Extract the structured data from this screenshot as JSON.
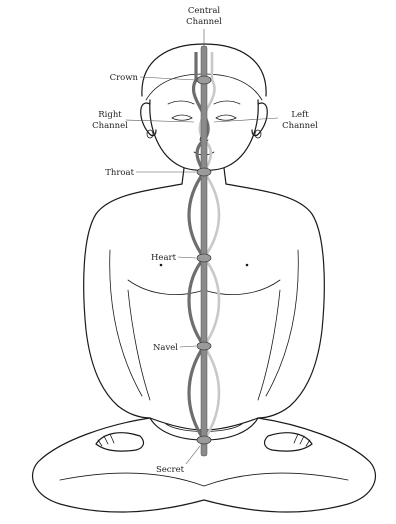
{
  "labels": {
    "central_channel_line1": "Central",
    "central_channel_line2": "Channel",
    "crown": "Crown",
    "right_channel_line1": "Right",
    "right_channel_line2": "Channel",
    "left_channel_line1": "Left",
    "left_channel_line2": "Channel",
    "throat": "Throat",
    "heart": "Heart",
    "navel": "Navel",
    "secret": "Secret"
  },
  "colors": {
    "central_channel": "#8a8a8a",
    "right_channel": "#6e6e6e",
    "left_channel": "#c9c9c9",
    "outline": "#1a1a1a"
  }
}
